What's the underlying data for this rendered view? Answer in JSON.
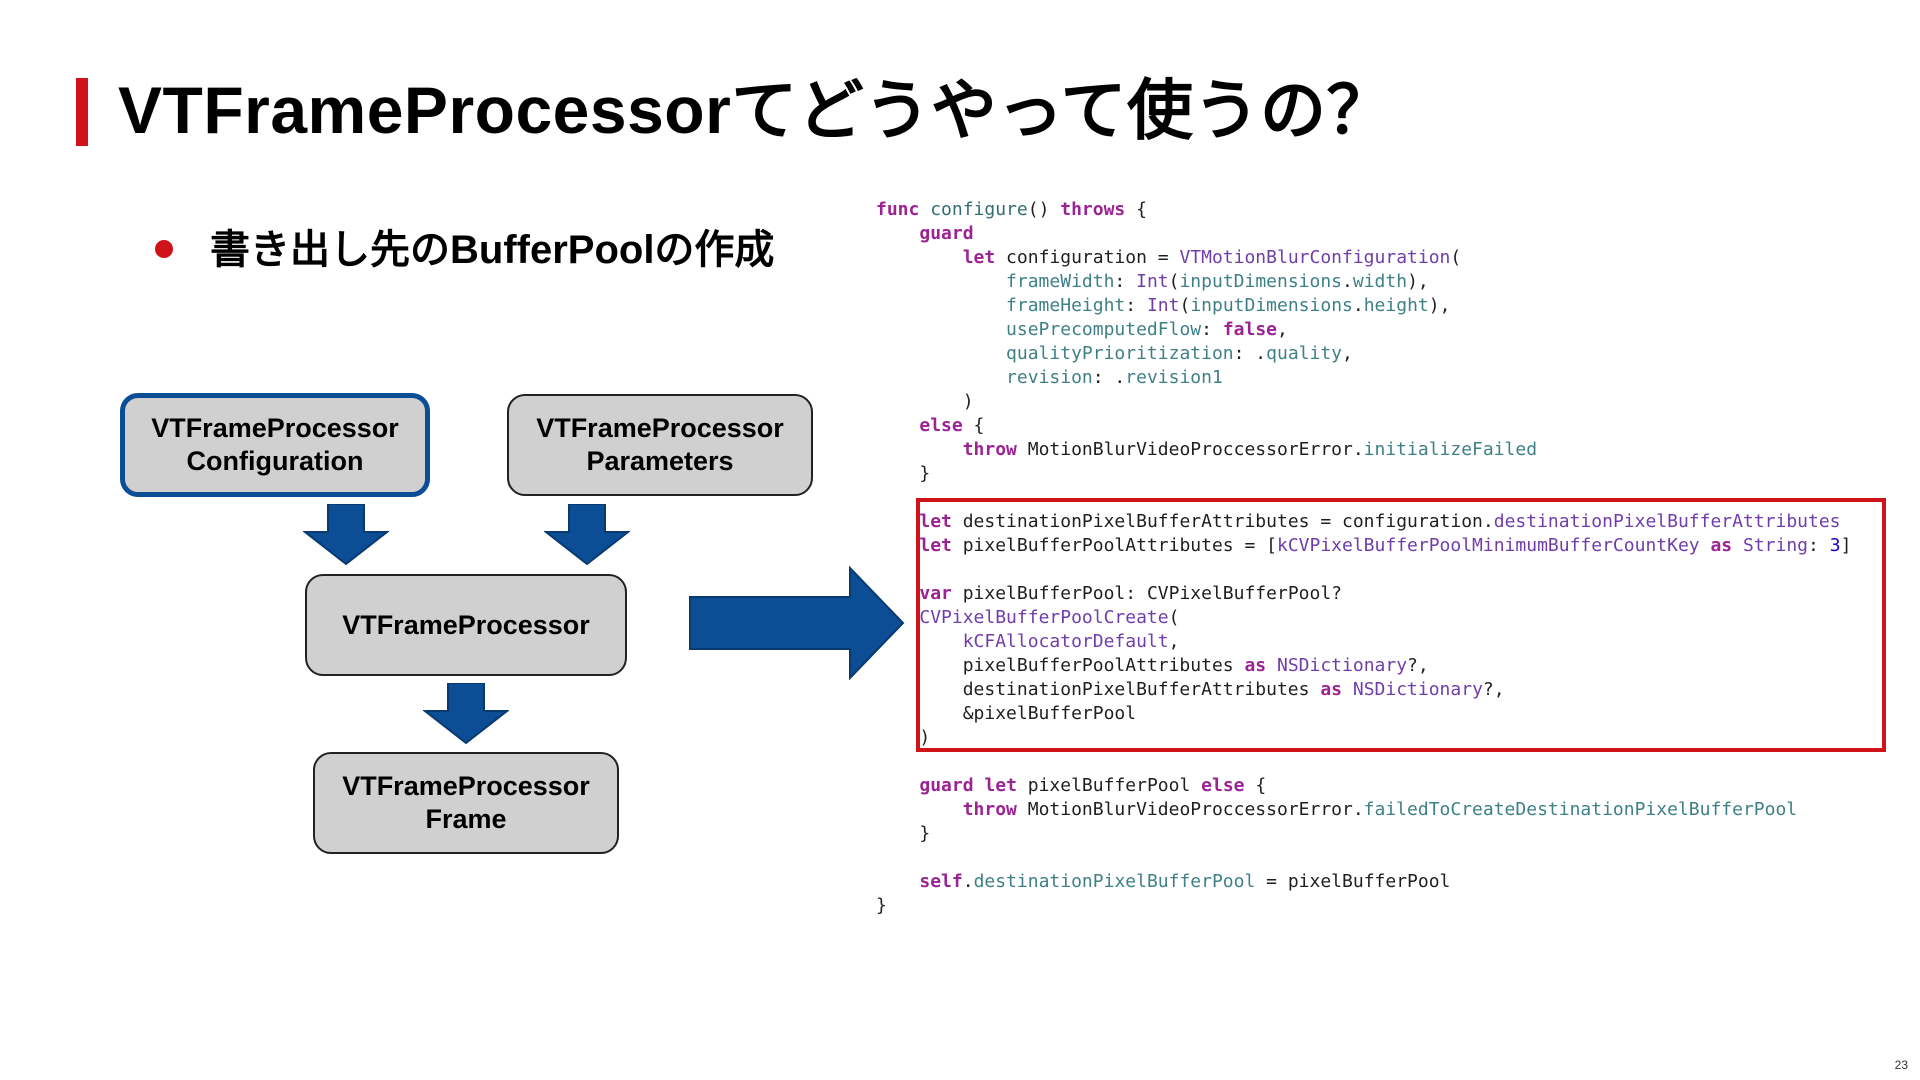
{
  "slide": {
    "title": "VTFrameProcessorてどうやって使うの？",
    "bullet": "書き出し先のBufferPoolの作成",
    "page_number": "23",
    "accent_color": "#d0121b",
    "highlight_color": "#0b4e96"
  },
  "diagram": {
    "config_line1": "VTFrameProcessor",
    "config_line2": "Configuration",
    "params_line1": "VTFrameProcessor",
    "params_line2": "Parameters",
    "processor": "VTFrameProcessor",
    "frame_line1": "VTFrameProcessor",
    "frame_line2": "Frame"
  },
  "code": {
    "lines": [
      [
        [
          "func ",
          "kw"
        ],
        [
          "configure",
          "fn"
        ],
        [
          "() ",
          ""
        ],
        [
          "throws",
          "kw"
        ],
        [
          " {",
          ""
        ]
      ],
      [
        [
          "    ",
          ""
        ],
        [
          "guard",
          "kw"
        ]
      ],
      [
        [
          "        ",
          ""
        ],
        [
          "let",
          "kw"
        ],
        [
          " configuration = ",
          ""
        ],
        [
          "VTMotionBlurConfiguration",
          "ty"
        ],
        [
          "(",
          ""
        ]
      ],
      [
        [
          "            ",
          ""
        ],
        [
          "frameWidth",
          "pr"
        ],
        [
          ": ",
          ""
        ],
        [
          "Int",
          "ty"
        ],
        [
          "(",
          ""
        ],
        [
          "inputDimensions",
          "pr"
        ],
        [
          ".",
          ""
        ],
        [
          "width",
          "pr"
        ],
        [
          "),",
          ""
        ]
      ],
      [
        [
          "            ",
          ""
        ],
        [
          "frameHeight",
          "pr"
        ],
        [
          ": ",
          ""
        ],
        [
          "Int",
          "ty"
        ],
        [
          "(",
          ""
        ],
        [
          "inputDimensions",
          "pr"
        ],
        [
          ".",
          ""
        ],
        [
          "height",
          "pr"
        ],
        [
          "),",
          ""
        ]
      ],
      [
        [
          "            ",
          ""
        ],
        [
          "usePrecomputedFlow",
          "pr"
        ],
        [
          ": ",
          ""
        ],
        [
          "false",
          "kw"
        ],
        [
          ",",
          ""
        ]
      ],
      [
        [
          "            ",
          ""
        ],
        [
          "qualityPrioritization",
          "pr"
        ],
        [
          ": .",
          ""
        ],
        [
          "quality",
          "pr"
        ],
        [
          ",",
          ""
        ]
      ],
      [
        [
          "            ",
          ""
        ],
        [
          "revision",
          "pr"
        ],
        [
          ": .",
          ""
        ],
        [
          "revision1",
          "pr"
        ]
      ],
      [
        [
          "        )",
          ""
        ]
      ],
      [
        [
          "    ",
          ""
        ],
        [
          "else",
          "kw"
        ],
        [
          " {",
          ""
        ]
      ],
      [
        [
          "        ",
          ""
        ],
        [
          "throw",
          "kw"
        ],
        [
          " MotionBlurVideoProccessorError.",
          ""
        ],
        [
          "initializeFailed",
          "pr"
        ]
      ],
      [
        [
          "    }",
          ""
        ]
      ],
      [],
      [
        [
          "    ",
          ""
        ],
        [
          "let",
          "kw"
        ],
        [
          " destinationPixelBufferAttributes = configuration.",
          ""
        ],
        [
          "destinationPixelBufferAttributes",
          "ty"
        ]
      ],
      [
        [
          "    ",
          ""
        ],
        [
          "let",
          "kw"
        ],
        [
          " pixelBufferPoolAttributes = [",
          ""
        ],
        [
          "kCVPixelBufferPoolMinimumBufferCountKey",
          "ty"
        ],
        [
          " ",
          ""
        ],
        [
          "as",
          "kw"
        ],
        [
          " ",
          ""
        ],
        [
          "String",
          "ty"
        ],
        [
          ": ",
          ""
        ],
        [
          "3",
          "num"
        ],
        [
          "]",
          ""
        ]
      ],
      [],
      [
        [
          "    ",
          ""
        ],
        [
          "var",
          "kw"
        ],
        [
          " pixelBufferPool: CVPixelBufferPool?",
          ""
        ]
      ],
      [
        [
          "    ",
          ""
        ],
        [
          "CVPixelBufferPoolCreate",
          "ty"
        ],
        [
          "(",
          ""
        ]
      ],
      [
        [
          "        ",
          ""
        ],
        [
          "kCFAllocatorDefault",
          "ty"
        ],
        [
          ",",
          ""
        ]
      ],
      [
        [
          "        pixelBufferPoolAttributes ",
          ""
        ],
        [
          "as",
          "kw"
        ],
        [
          " ",
          ""
        ],
        [
          "NSDictionary",
          "ty"
        ],
        [
          "?,",
          ""
        ]
      ],
      [
        [
          "        destinationPixelBufferAttributes ",
          ""
        ],
        [
          "as",
          "kw"
        ],
        [
          " ",
          ""
        ],
        [
          "NSDictionary",
          "ty"
        ],
        [
          "?,",
          ""
        ]
      ],
      [
        [
          "        &pixelBufferPool",
          ""
        ]
      ],
      [
        [
          "    )",
          ""
        ]
      ],
      [],
      [
        [
          "    ",
          ""
        ],
        [
          "guard",
          "kw"
        ],
        [
          " ",
          ""
        ],
        [
          "let",
          "kw"
        ],
        [
          " pixelBufferPool ",
          ""
        ],
        [
          "else",
          "kw"
        ],
        [
          " {",
          ""
        ]
      ],
      [
        [
          "        ",
          ""
        ],
        [
          "throw",
          "kw"
        ],
        [
          " MotionBlurVideoProccessorError.",
          ""
        ],
        [
          "failedToCreateDestinationPixelBufferPool",
          "pr"
        ]
      ],
      [
        [
          "    }",
          ""
        ]
      ],
      [],
      [
        [
          "    ",
          ""
        ],
        [
          "self",
          "kw"
        ],
        [
          ".",
          ""
        ],
        [
          "destinationPixelBufferPool",
          "pr"
        ],
        [
          " = pixelBufferPool",
          ""
        ]
      ],
      [
        [
          "}",
          ""
        ]
      ]
    ]
  }
}
